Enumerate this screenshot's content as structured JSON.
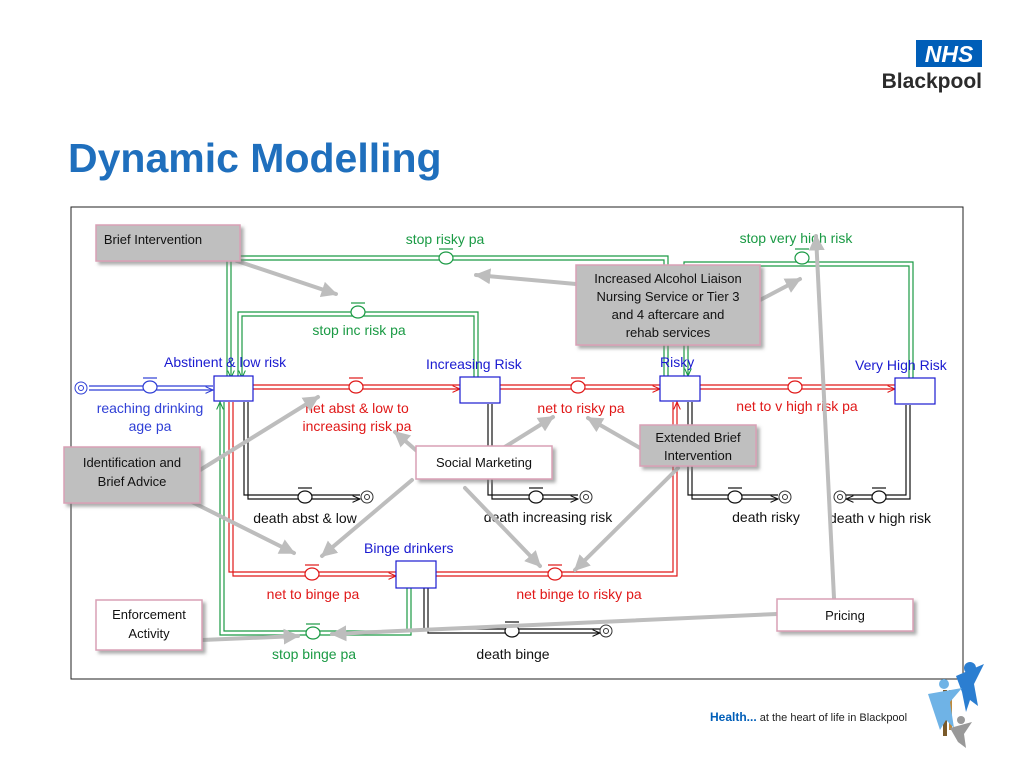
{
  "title": "Dynamic Modelling",
  "logo": {
    "badge": "NHS",
    "name": "Blackpool"
  },
  "footer": {
    "lead": "Health...",
    "tagline": " at the heart of life in Blackpool"
  },
  "colors": {
    "title": "#1f6fbd",
    "stock": "#1a1ad0",
    "red_flow": "#e01818",
    "green_flow": "#1a9a44",
    "blue_flow": "#2f3fd6",
    "black_flow": "#111111",
    "intervention_fill": "#bfbfbf",
    "intervention_light_fill": "#ffffff",
    "intervention_border": "#d9a0b5",
    "arrow": "#bdbdbd",
    "nhs_blue": "#005eb8"
  },
  "stocks": {
    "abstinent": "Abstinent & low risk",
    "increasing": "Increasing Risk",
    "risky": "Risky",
    "very_high": "Very High Risk",
    "binge": "Binge drinkers"
  },
  "flows": {
    "reaching_age_line1": "reaching drinking",
    "reaching_age_line2": "age pa",
    "net_abst_line1": "net abst & low to",
    "net_abst_line2": "increasing risk pa",
    "net_to_risky": "net to risky pa",
    "net_to_v_high": "net to v high risk pa",
    "stop_inc_risk": "stop inc risk pa",
    "stop_risky": "stop risky pa",
    "stop_very_high": "stop very high risk",
    "net_to_binge": "net to binge pa",
    "net_binge_to_risky": "net binge to risky pa",
    "stop_binge": "stop binge pa",
    "death_abst": "death abst & low",
    "death_increasing": "death increasing risk",
    "death_risky": "death risky",
    "death_v_high": "death v high risk",
    "death_binge": "death binge"
  },
  "interventions": {
    "brief_intervention": "Brief Intervention",
    "increased_liaison": [
      "Increased Alcohol Liaison",
      "Nursing Service or Tier 3",
      "and 4 aftercare and",
      "rehab services"
    ],
    "identification": [
      "Identification and",
      "Brief Advice"
    ],
    "social_marketing": "Social Marketing",
    "extended_brief": [
      "Extended Brief",
      "Intervention"
    ],
    "enforcement": [
      "Enforcement",
      "Activity"
    ],
    "pricing": "Pricing"
  }
}
